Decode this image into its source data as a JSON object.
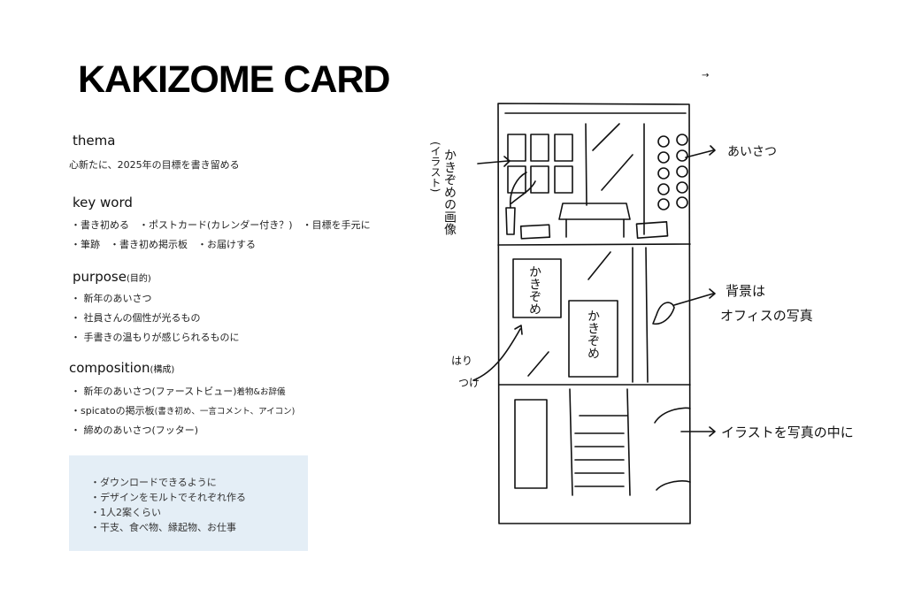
{
  "title": "KAKIZOME CARD",
  "thema": {
    "heading": "thema",
    "text": "心新たに、2025年の目標を書き留める"
  },
  "keyword": {
    "heading": "key word",
    "lines": [
      "・書き初める　・ポストカード(カレンダー付き？)　・目標を手元に",
      "・筆跡　・書き初め掲示板　・お届けする"
    ]
  },
  "purpose": {
    "heading": "purpose",
    "note": "(目的)",
    "items": [
      "・ 新年のあいさつ",
      "・ 社員さんの個性が光るもの",
      "・ 手書きの温もりが感じられるものに"
    ]
  },
  "composition": {
    "heading": "composition",
    "note": "(構成)",
    "items": [
      {
        "main": "・ 新年のあいさつ(ファーストビュー)",
        "small": "着物&お辞儀"
      },
      {
        "main": "・spicatoの掲示板",
        "small": "(書き初め、一言コメント、アイコン)"
      },
      {
        "main": "・ 締めのあいさつ(フッター)",
        "small": ""
      }
    ]
  },
  "notes": [
    "ダウンロードできるように",
    "デザインをモルトでそれぞれ作る",
    "1人2案くらい",
    "干支、食べ物、縁起物、お仕事"
  ],
  "sketch": {
    "label_left_top": "かきぞめの画像",
    "label_left_top_sub": "(イラスト)",
    "label_greeting": "あいさつ",
    "label_background": "背景は",
    "label_background2": "オフィスの写真",
    "label_paste": "はり",
    "label_paste2": "つけ",
    "label_illust": "イラストを写真の中に",
    "card_text_1": "かきぞめ",
    "card_text_2": "かきぞめ"
  }
}
